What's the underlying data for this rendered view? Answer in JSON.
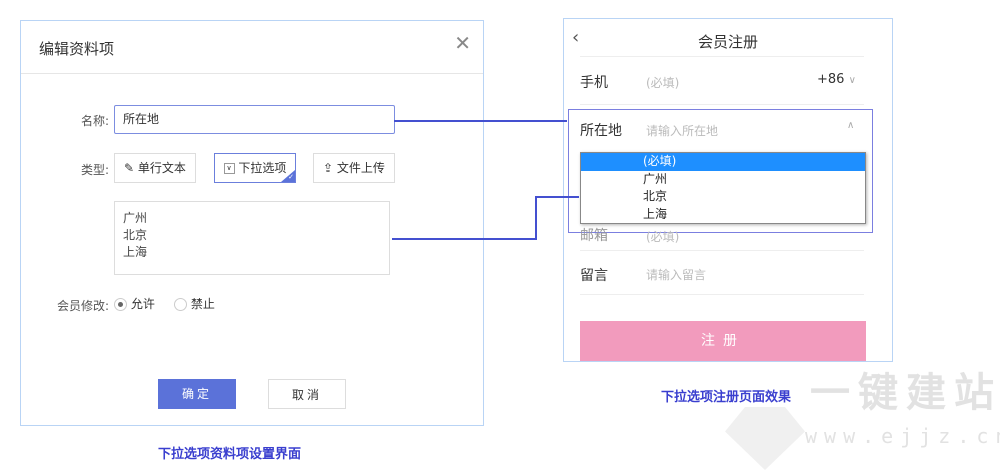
{
  "left_dialog": {
    "title": "编辑资料项",
    "name_label": "名称:",
    "name_value": "所在地",
    "type_label": "类型:",
    "types": [
      "单行文本",
      "下拉选项",
      "文件上传"
    ],
    "selected_type": "下拉选项",
    "options_text": [
      "广州",
      "北京",
      "上海"
    ],
    "member_edit_label": "会员修改:",
    "radio_allow": "允许",
    "radio_deny": "禁止",
    "radio_selected": "允许",
    "ok": "确定",
    "cancel": "取消"
  },
  "left_caption": "下拉选项资料项设置界面",
  "phone": {
    "title": "会员注册",
    "phone_label": "手机",
    "phone_placeholder": "(必填)",
    "country_code": "+86",
    "location_label": "所在地",
    "location_placeholder": "请输入所在地",
    "dropdown_options": [
      "(必填)",
      "广州",
      "北京",
      "上海"
    ],
    "hidden_label": "邮箱",
    "hidden_placeholder": "(必填)",
    "message_label": "留言",
    "message_placeholder": "请输入留言",
    "register": "注册"
  },
  "right_caption": "下拉选项注册页面效果",
  "watermark": {
    "text": "一键建站",
    "url": "www.ejjz.cn"
  },
  "colors": {
    "accent": "#5b72d9",
    "connector": "#4450d0",
    "register": "#f29bbd",
    "selected_option": "#1e8fff"
  }
}
